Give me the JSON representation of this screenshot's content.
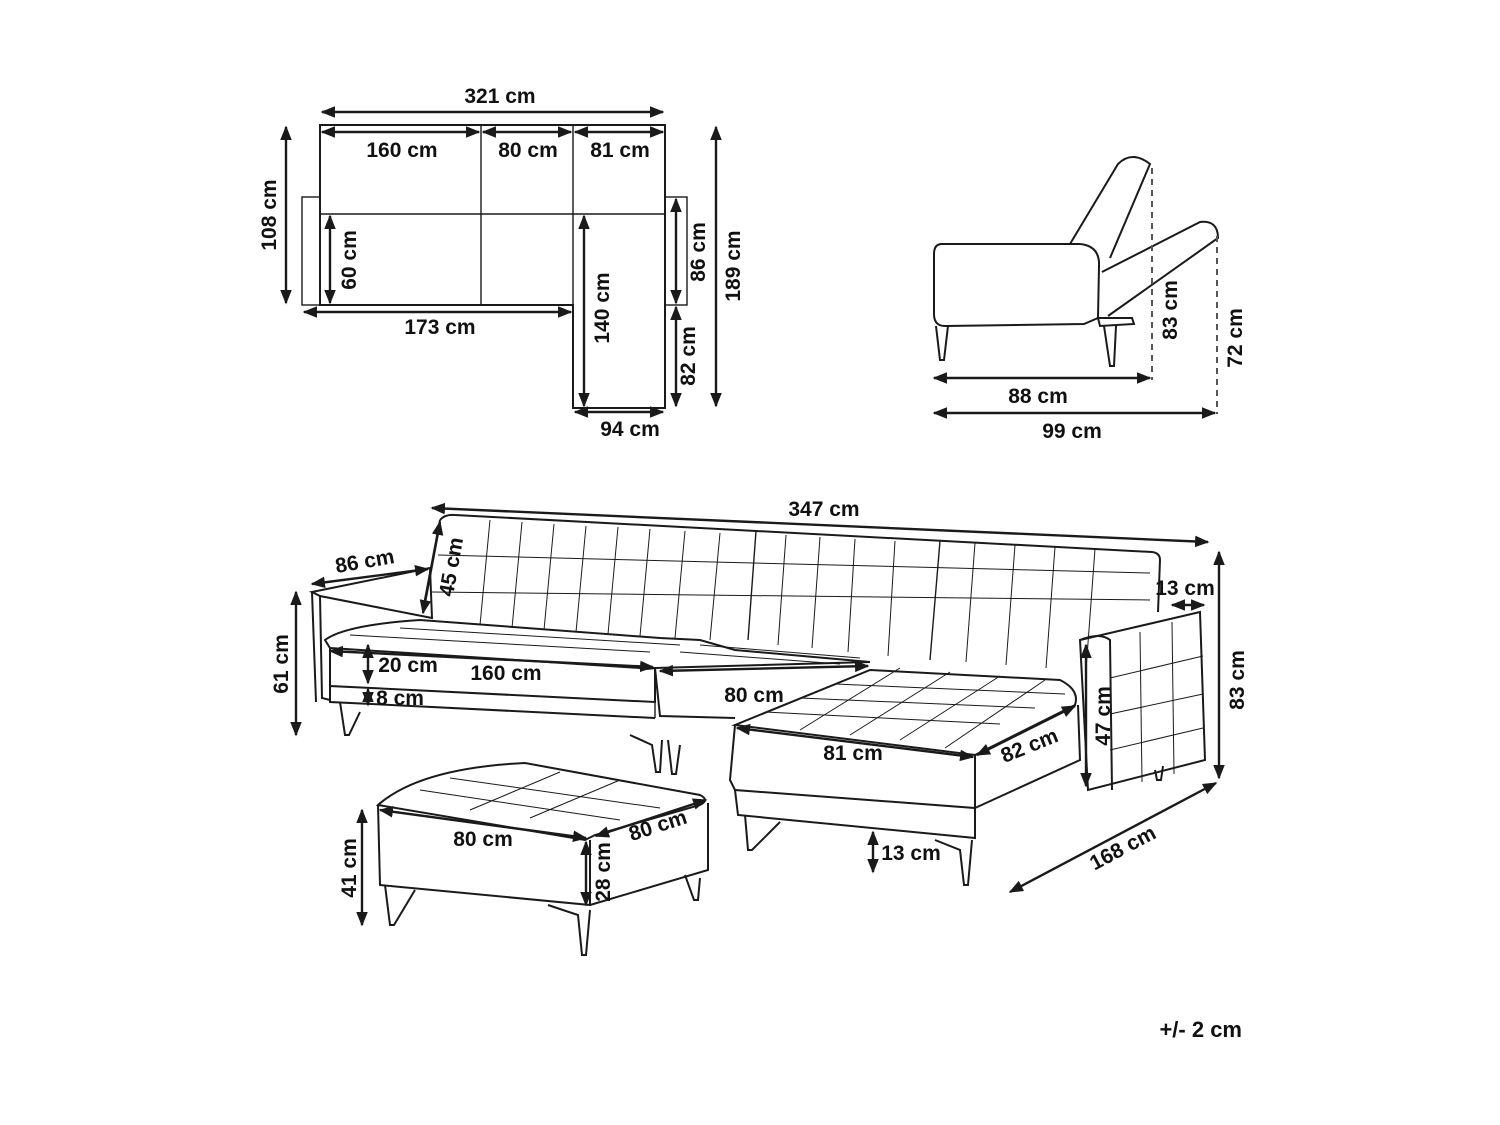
{
  "labels": {
    "top_total_width": "321 cm",
    "top_seat_1": "160 cm",
    "top_seat_2": "80 cm",
    "top_seat_3": "81 cm",
    "top_depth_left": "108 cm",
    "top_depth_right": "189 cm",
    "top_seat_depth": "60 cm",
    "top_bed_length": "173 cm",
    "top_chaise_length": "140 cm",
    "top_upper_right": "86 cm",
    "top_lower_right": "82 cm",
    "top_chaise_width": "94 cm",
    "side_depth": "88 cm",
    "side_depth_reclined": "99 cm",
    "side_height": "83 cm",
    "side_height_reclined": "72 cm",
    "iso_total_length": "347 cm",
    "iso_arm_depth": "86 cm",
    "iso_back_height": "45 cm",
    "iso_arm_height": "61 cm",
    "iso_seat_cushion": "20 cm",
    "iso_seat_width_1": "160 cm",
    "iso_base": "8 cm",
    "iso_seat_width_2": "80 cm",
    "iso_chaise_width": "81 cm",
    "iso_chaise_depth": "82 cm",
    "iso_right_arm_height": "47 cm",
    "iso_arm_width": "13 cm",
    "iso_total_height": "83 cm",
    "iso_total_depth": "168 cm",
    "iso_leg_height": "13 cm",
    "ottoman_width": "80 cm",
    "ottoman_depth": "80 cm",
    "ottoman_height": "41 cm",
    "ottoman_cushion": "28 cm",
    "tolerance": "+/- 2 cm"
  }
}
